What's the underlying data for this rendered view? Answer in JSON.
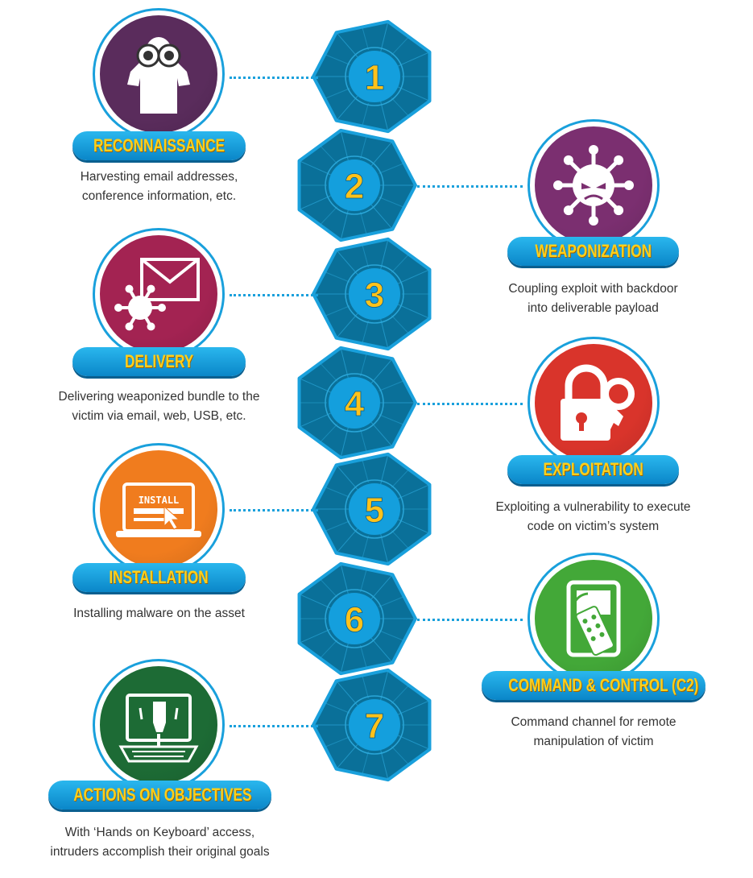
{
  "stages": [
    {
      "number": "1",
      "title": "RECONNAISSANCE",
      "desc": [
        "Harvesting email addresses,",
        "conference information, etc."
      ],
      "color": "#5a2c5c",
      "icon": "binoculars-person-icon"
    },
    {
      "number": "2",
      "title": "WEAPONIZATION",
      "desc": [
        "Coupling exploit with backdoor",
        "into deliverable payload"
      ],
      "color": "#7b2f70",
      "icon": "virus-icon"
    },
    {
      "number": "3",
      "title": "DELIVERY",
      "desc": [
        "Delivering weaponized bundle to the",
        "victim via email, web, USB, etc."
      ],
      "color": "#a32352",
      "icon": "infected-email-icon"
    },
    {
      "number": "4",
      "title": "EXPLOITATION",
      "desc": [
        "Exploiting a vulnerability to execute",
        "code on victim’s system"
      ],
      "color": "#d9342b",
      "icon": "broken-lock-icon"
    },
    {
      "number": "5",
      "title": "INSTALLATION",
      "desc": [
        "Installing malware on the asset"
      ],
      "color": "#f07c1e",
      "icon": "laptop-install-icon",
      "icon_text": "INSTALL"
    },
    {
      "number": "6",
      "title": "COMMAND & CONTROL (C2)",
      "desc": [
        "Command channel for remote",
        "manipulation of victim"
      ],
      "color": "#43a838",
      "icon": "remote-control-icon"
    },
    {
      "number": "7",
      "title": "ACTIONS ON OBJECTIVES",
      "desc": [
        "With ‘Hands on Keyboard’ access,",
        "intruders accomplish their original goals"
      ],
      "color": "#1d6b35",
      "icon": "hand-on-keyboard-icon"
    }
  ],
  "colors": {
    "chain_fill": "#0a7099",
    "chain_stroke": "#19a0dc",
    "number": "#ffc21a"
  }
}
